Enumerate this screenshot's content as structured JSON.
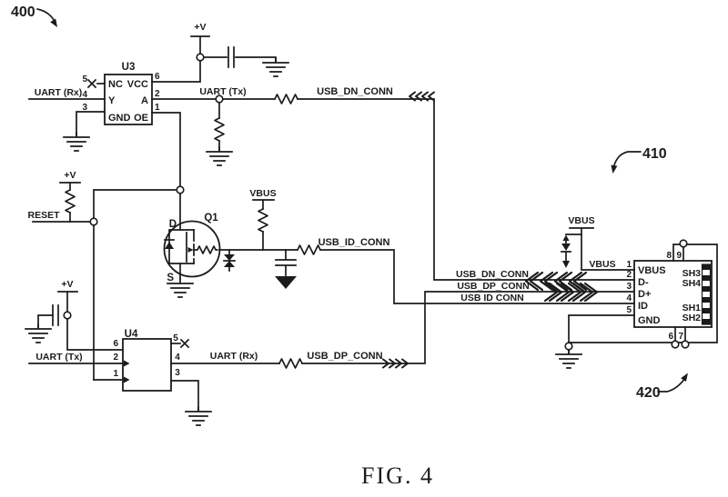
{
  "figure": {
    "caption": "FIG. 4",
    "ref_400": "400",
    "ref_410": "410",
    "ref_420": "420"
  },
  "power": {
    "plus_v": "+V",
    "vbus": "VBUS"
  },
  "nets": {
    "uart_rx": "UART (Rx)",
    "uart_tx": "UART (Tx)",
    "reset": "RESET",
    "usb_dn_conn": "USB_DN_CONN",
    "usb_dp_conn": "USB_DP_CONN",
    "usb_id_conn": "USB_ID_CONN",
    "usb_id_conn_spaced": "USB ID CONN"
  },
  "u3": {
    "name": "U3",
    "pins": {
      "nc": "NC",
      "vcc": "VCC",
      "y": "Y",
      "a": "A",
      "gnd": "GND",
      "oe": "OE"
    },
    "numbers": {
      "n1": "1",
      "n2": "2",
      "n3": "3",
      "n4": "4",
      "n5": "5",
      "n6": "6"
    }
  },
  "u4": {
    "name": "U4",
    "numbers": {
      "n1": "1",
      "n2": "2",
      "n3": "3",
      "n4": "4",
      "n5": "5",
      "n6": "6"
    }
  },
  "q1": {
    "name": "Q1",
    "drain": "D",
    "source": "S"
  },
  "connector": {
    "pin_numbers": [
      "1",
      "2",
      "3",
      "4",
      "5",
      "6",
      "7",
      "8",
      "9"
    ],
    "pin_labels": [
      "VBUS",
      "D-",
      "D+",
      "ID",
      "GND"
    ],
    "shield_labels": [
      "SH3",
      "SH4",
      "SH1",
      "SH2"
    ]
  }
}
